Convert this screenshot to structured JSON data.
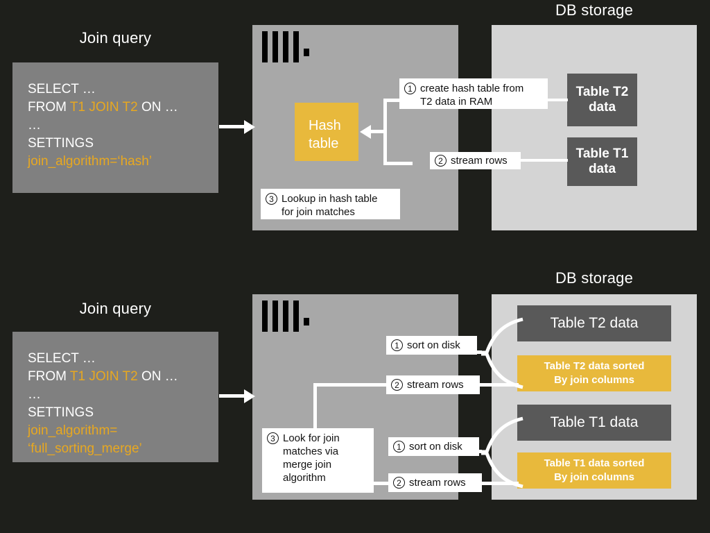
{
  "colors": {
    "background": "#1e1f1b",
    "engine_panel": "#a8a8a8",
    "storage_panel": "#d4d4d4",
    "query_box": "#808080",
    "dark_table": "#595959",
    "accent_yellow": "#e8b93c",
    "code_amber": "#e8a820",
    "white": "#ffffff"
  },
  "top": {
    "query_title": "Join query",
    "storage_title": "DB storage",
    "query_code": {
      "line1": "SELECT …",
      "line2_prefix": "FROM ",
      "line2_amber": "T1 JOIN T2",
      "line2_suffix": " ON …",
      "line3": "…",
      "line4": "SETTINGS",
      "line5_amber": "join_algorithm=‘hash’"
    },
    "hash_box": "Hash\ntable",
    "hash_box_line1": "Hash",
    "hash_box_line2": "table",
    "steps": {
      "step1_num": "1",
      "step1_text": "create hash table from\nT2 data in RAM",
      "step2_num": "2",
      "step2_text": "stream rows",
      "step3_num": "3",
      "step3_text": "Lookup in hash table\nfor join matches"
    },
    "tables": [
      {
        "name": "table-t2",
        "line1": "Table T2",
        "line2": "data"
      },
      {
        "name": "table-t1",
        "line1": "Table T1",
        "line2": "data"
      }
    ]
  },
  "bottom": {
    "query_title": "Join query",
    "storage_title": "DB storage",
    "query_code": {
      "line1": "SELECT …",
      "line2_prefix": "FROM ",
      "line2_amber": "T1 JOIN T2",
      "line2_suffix": " ON …",
      "line3": "…",
      "line4": "SETTINGS",
      "line5_amber": "join_algorithm=",
      "line6_amber": "‘full_sorting_merge’"
    },
    "steps": {
      "t2_sort_num": "1",
      "t2_sort_text": "sort on disk",
      "t2_stream_num": "2",
      "t2_stream_text": "stream rows",
      "t1_sort_num": "1",
      "t1_sort_text": "sort on disk",
      "t1_stream_num": "2",
      "t1_stream_text": "stream rows",
      "merge_num": "3",
      "merge_text": "Look for join\nmatches via\nmerge join\nalgorithm"
    },
    "tables": [
      {
        "name": "table-t2-data",
        "label": "Table T2 data"
      },
      {
        "name": "table-t2-sorted",
        "line1": "Table T2 data sorted",
        "line2": "By join columns"
      },
      {
        "name": "table-t1-data",
        "label": "Table T1 data"
      },
      {
        "name": "table-t1-sorted",
        "line1": "Table T1 data sorted",
        "line2": "By join columns"
      }
    ]
  },
  "logo": {
    "name": "clickhouse-logo",
    "bars": 4,
    "dot": true
  }
}
